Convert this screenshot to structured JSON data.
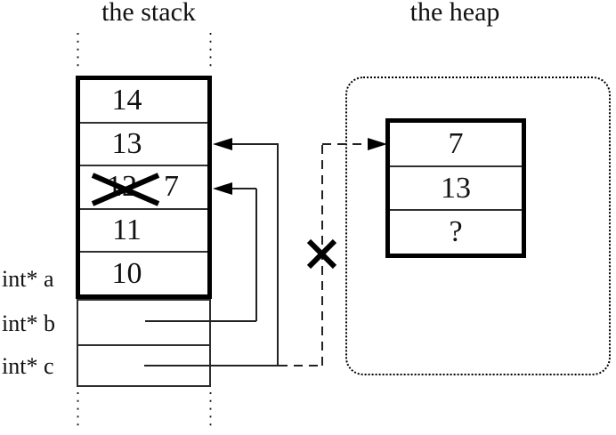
{
  "titles": {
    "stack": "the stack",
    "heap": "the heap"
  },
  "stack": {
    "cells": [
      "14",
      "13",
      "11",
      "10"
    ],
    "crossed_cell": {
      "old_value": "12",
      "new_value": "7"
    },
    "labels": {
      "a": "int* a",
      "b": "int* b",
      "c": "int* c"
    }
  },
  "heap": {
    "cells": [
      "7",
      "13",
      "?"
    ]
  },
  "marks": {
    "invalid_value_icon": "x-cross",
    "dangling_pointer_icon": "x-cross"
  },
  "colors": {
    "ink": "#000000",
    "line": "#222222"
  }
}
